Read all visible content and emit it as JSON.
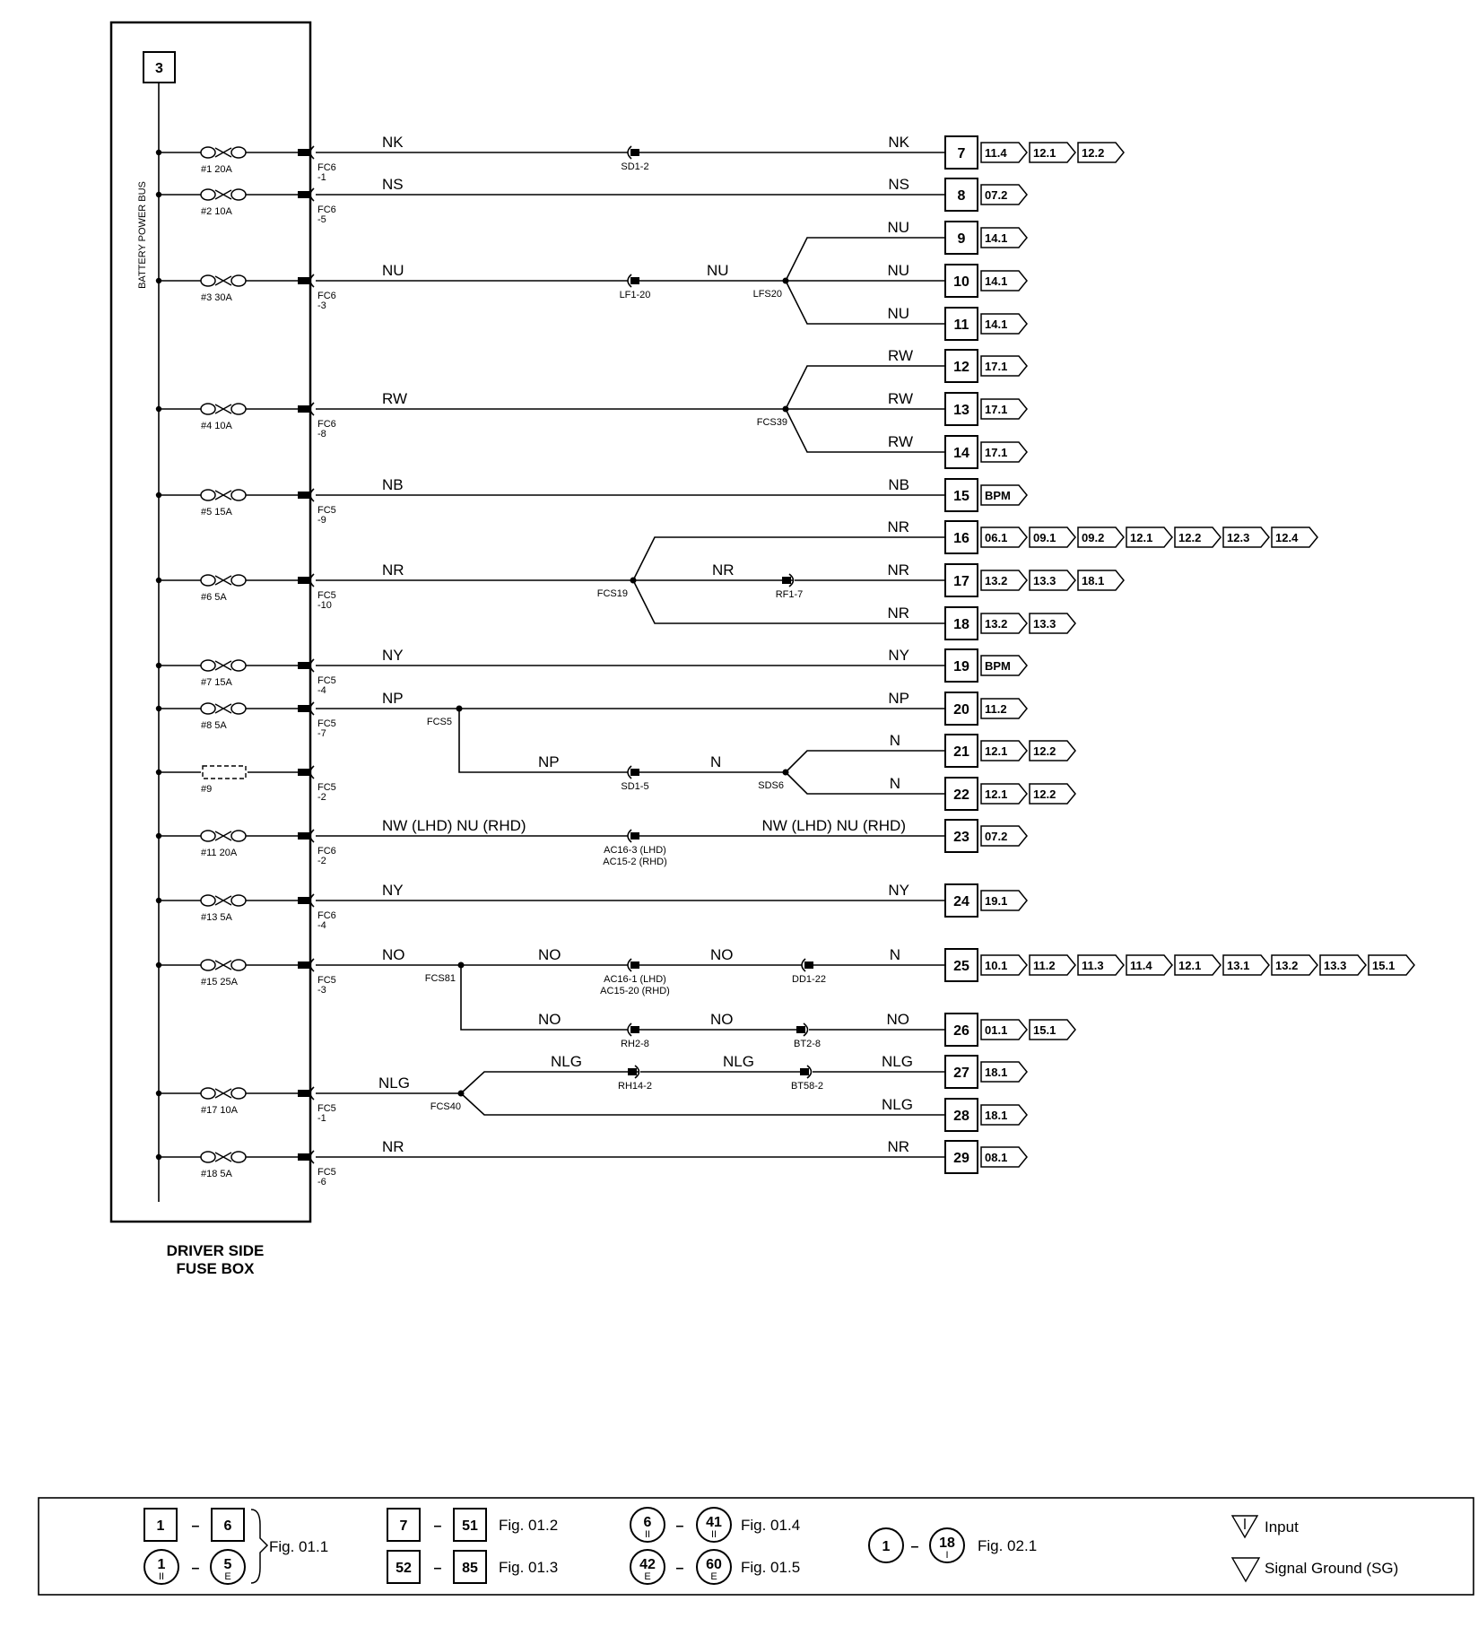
{
  "fuse_box": {
    "number": "3",
    "bus_label": "BATTERY POWER BUS",
    "title_line1": "DRIVER SIDE",
    "title_line2": "FUSE BOX"
  },
  "circuits": [
    {
      "fuse": "#1 20A",
      "connector": [
        "FC6",
        "-1"
      ],
      "color": "NK",
      "branches": [
        {
          "terminal": "7",
          "label": "NK",
          "refs": [
            "11.4",
            "12.1",
            "12.2"
          ],
          "mid": [
            {
              "type": "socket",
              "label": "SD1-2"
            }
          ]
        }
      ]
    },
    {
      "fuse": "#2 10A",
      "connector": [
        "FC6",
        "-5"
      ],
      "color": "NS",
      "branches": [
        {
          "terminal": "8",
          "label": "NS",
          "refs": [
            "07.2"
          ]
        }
      ]
    },
    {
      "fuse": "#3 30A",
      "connector": [
        "FC6",
        "-3"
      ],
      "color": "NU",
      "mid": [
        {
          "type": "socket",
          "label": "LF1-20"
        }
      ],
      "after_mid_label": "NU",
      "splice": "LFS20",
      "branches": [
        {
          "terminal": "9",
          "label": "NU",
          "refs": [
            "14.1"
          ]
        },
        {
          "terminal": "10",
          "label": "NU",
          "refs": [
            "14.1"
          ]
        },
        {
          "terminal": "11",
          "label": "NU",
          "refs": [
            "14.1"
          ]
        }
      ]
    },
    {
      "fuse": "#4 10A",
      "connector": [
        "FC6",
        "-8"
      ],
      "color": "RW",
      "splice": "FCS39",
      "branches": [
        {
          "terminal": "12",
          "label": "RW",
          "refs": [
            "17.1"
          ]
        },
        {
          "terminal": "13",
          "label": "RW",
          "refs": [
            "17.1"
          ]
        },
        {
          "terminal": "14",
          "label": "RW",
          "refs": [
            "17.1"
          ]
        }
      ]
    },
    {
      "fuse": "#5 15A",
      "connector": [
        "FC5",
        "-9"
      ],
      "color": "NB",
      "branches": [
        {
          "terminal": "15",
          "label": "NB",
          "refs": [
            "BPM"
          ]
        }
      ]
    },
    {
      "fuse": "#6 5A",
      "connector": [
        "FC5",
        "-10"
      ],
      "color": "NR",
      "splice": "FCS19",
      "branches": [
        {
          "terminal": "16",
          "label": "NR",
          "refs": [
            "06.1",
            "09.1",
            "09.2",
            "12.1",
            "12.2",
            "12.3",
            "12.4"
          ]
        },
        {
          "terminal": "17",
          "label": "NR",
          "refs": [
            "13.2",
            "13.3",
            "18.1"
          ],
          "pre_label": "NR",
          "mid": [
            {
              "type": "plug",
              "label": "RF1-7"
            }
          ]
        },
        {
          "terminal": "18",
          "label": "NR",
          "refs": [
            "13.2",
            "13.3"
          ]
        }
      ]
    },
    {
      "fuse": "#7 15A",
      "connector": [
        "FC5",
        "-4"
      ],
      "color": "NY",
      "branches": [
        {
          "terminal": "19",
          "label": "NY",
          "refs": [
            "BPM"
          ]
        }
      ]
    },
    {
      "fuse": "#8 5A",
      "connector": [
        "FC5",
        "-7"
      ],
      "color": "NP",
      "splice": "FCS5",
      "branches": [
        {
          "terminal": "20",
          "label": "NP",
          "refs": [
            "11.2"
          ]
        }
      ],
      "sub": {
        "label": "NP",
        "mid": [
          {
            "type": "socket",
            "label": "SD1-5"
          }
        ],
        "after_mid_label": "N",
        "splice": "SDS6",
        "branches": [
          {
            "terminal": "21",
            "label": "N",
            "refs": [
              "12.1",
              "12.2"
            ]
          },
          {
            "terminal": "22",
            "label": "N",
            "refs": [
              "12.1",
              "12.2"
            ]
          }
        ]
      }
    },
    {
      "fuse": "#9",
      "connector": [
        "FC5",
        "-2"
      ],
      "empty": true
    },
    {
      "fuse": "#11 20A",
      "connector": [
        "FC6",
        "-2"
      ],
      "color": "NW (LHD)  NU (RHD)",
      "branches": [
        {
          "terminal": "23",
          "label": "NW (LHD)  NU (RHD)",
          "refs": [
            "07.2"
          ],
          "mid": [
            {
              "type": "socket",
              "label": "AC16-3 (LHD)",
              "label2": "AC15-2 (RHD)"
            }
          ]
        }
      ]
    },
    {
      "fuse": "#13 5A",
      "connector": [
        "FC6",
        "-4"
      ],
      "color": "NY",
      "branches": [
        {
          "terminal": "24",
          "label": "NY",
          "refs": [
            "19.1"
          ]
        }
      ]
    },
    {
      "fuse": "#15 25A",
      "connector": [
        "FC5",
        "-3"
      ],
      "color": "NO",
      "splice": "FCS81",
      "branches": [
        {
          "terminal": "25",
          "label": "N",
          "refs": [
            "10.1",
            "11.2",
            "11.3",
            "11.4",
            "12.1",
            "13.1",
            "13.2",
            "13.3",
            "15.1"
          ],
          "segments": [
            "NO",
            "NO"
          ],
          "mid": [
            {
              "type": "socket",
              "label": "AC16-1 (LHD)",
              "label2": "AC15-20 (RHD)"
            },
            {
              "type": "socket",
              "label": "DD1-22"
            }
          ]
        },
        {
          "terminal": "26",
          "label": "NO",
          "refs": [
            "01.1",
            "15.1"
          ],
          "segments": [
            "NO",
            "NO"
          ],
          "mid": [
            {
              "type": "socket",
              "label": "RH2-8"
            },
            {
              "type": "plug",
              "label": "BT2-8"
            }
          ]
        }
      ]
    },
    {
      "fuse": "#17 10A",
      "connector": [
        "FC5",
        "-1"
      ],
      "color": "NLG",
      "splice": "FCS40",
      "branches": [
        {
          "terminal": "27",
          "label": "NLG",
          "refs": [
            "18.1"
          ],
          "segments": [
            "NLG",
            "NLG"
          ],
          "mid": [
            {
              "type": "plug",
              "label": "RH14-2"
            },
            {
              "type": "plug",
              "label": "BT58-2"
            }
          ]
        },
        {
          "terminal": "28",
          "label": "NLG",
          "refs": [
            "18.1"
          ]
        }
      ]
    },
    {
      "fuse": "#18 5A",
      "connector": [
        "FC5",
        "-6"
      ],
      "color": "NR",
      "branches": [
        {
          "terminal": "29",
          "label": "NR",
          "refs": [
            "08.1"
          ]
        }
      ]
    }
  ],
  "legend": {
    "g1": {
      "a": "1",
      "b": "6",
      "c": "1",
      "c_sub": "II",
      "d": "5",
      "d_sub": "E",
      "fig": "Fig. 01.1"
    },
    "g2": {
      "a": "7",
      "b": "51",
      "fig_a": "Fig. 01.2",
      "c": "52",
      "d": "85",
      "fig_b": "Fig. 01.3"
    },
    "g3": {
      "a": "6",
      "a_sub": "II",
      "b": "41",
      "b_sub": "II",
      "fig_a": "Fig. 01.4",
      "c": "42",
      "c_sub": "E",
      "d": "60",
      "d_sub": "E",
      "fig_b": "Fig. 01.5"
    },
    "g4": {
      "a": "1",
      "b": "18",
      "b_sub": "I",
      "fig": "Fig. 02.1"
    },
    "input_label": "Input",
    "ground_label": "Signal Ground (SG)",
    "dash": "–"
  }
}
